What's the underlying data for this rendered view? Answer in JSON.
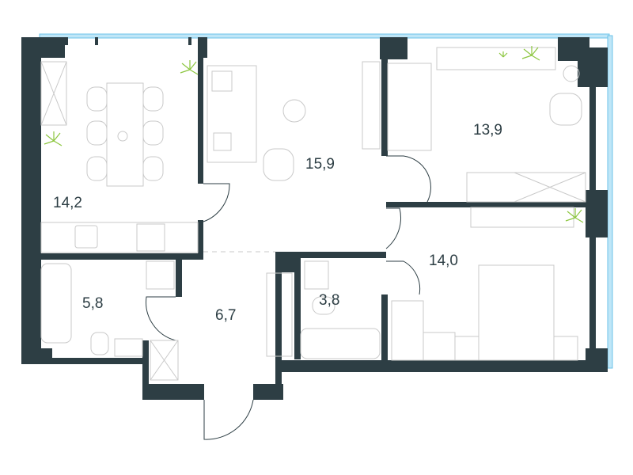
{
  "plan": {
    "rooms": [
      {
        "id": "kitchen-dining",
        "area": "14,2"
      },
      {
        "id": "living-room",
        "area": "15,9"
      },
      {
        "id": "bedroom-1",
        "area": "13,9"
      },
      {
        "id": "bedroom-2",
        "area": "14,0"
      },
      {
        "id": "bathroom-1",
        "area": "5,8"
      },
      {
        "id": "hallway",
        "area": "6,7"
      },
      {
        "id": "bathroom-2",
        "area": "3,8"
      }
    ],
    "colors": {
      "wall": "#2d3e44",
      "window": "#6cc3e8",
      "plant": "#8cc63f",
      "furniture": "#c9c9c9"
    }
  }
}
